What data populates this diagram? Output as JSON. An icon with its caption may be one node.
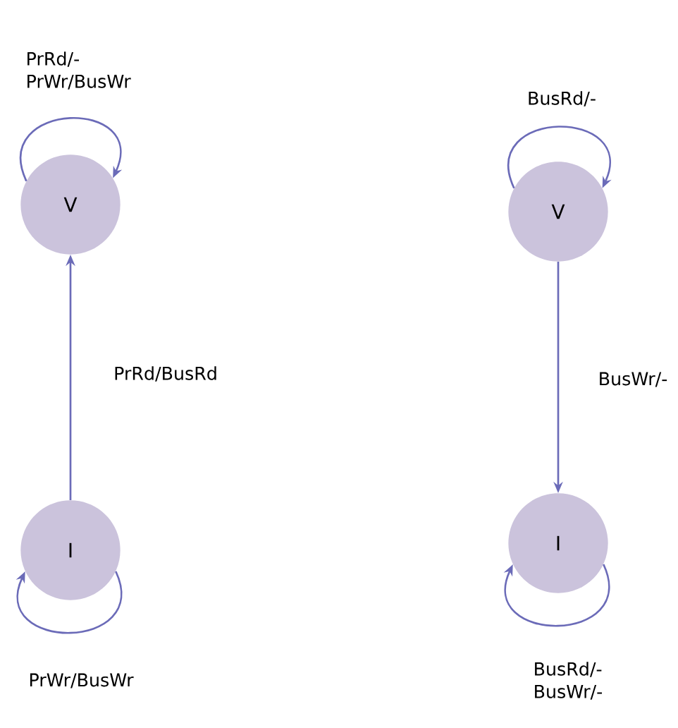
{
  "diagram": {
    "nodes": [
      {
        "text": [
          "V"
        ]
      },
      {
        "text": [
          "I"
        ]
      },
      {
        "text": [
          "V"
        ]
      },
      {
        "text": [
          "I"
        ]
      }
    ],
    "edges": [
      {
        "from": 0,
        "to": 0,
        "arrow": "to",
        "label": "PrRd/- PrWr/BusWr"
      },
      {
        "from": 1,
        "to": 0,
        "arrow": "to",
        "label": "PrRd/BusRd"
      },
      {
        "from": 1,
        "to": 1,
        "arrow": "to",
        "label": "PrWr/BusWr"
      },
      {
        "from": 2,
        "to": 2,
        "arrow": "to",
        "label": "BusRd/-"
      },
      {
        "from": 2,
        "to": 3,
        "arrow": "to",
        "label": "BusWr/-"
      },
      {
        "from": 3,
        "to": 3,
        "arrow": "to",
        "label": "BusRd/- BusWr/-"
      }
    ]
  }
}
